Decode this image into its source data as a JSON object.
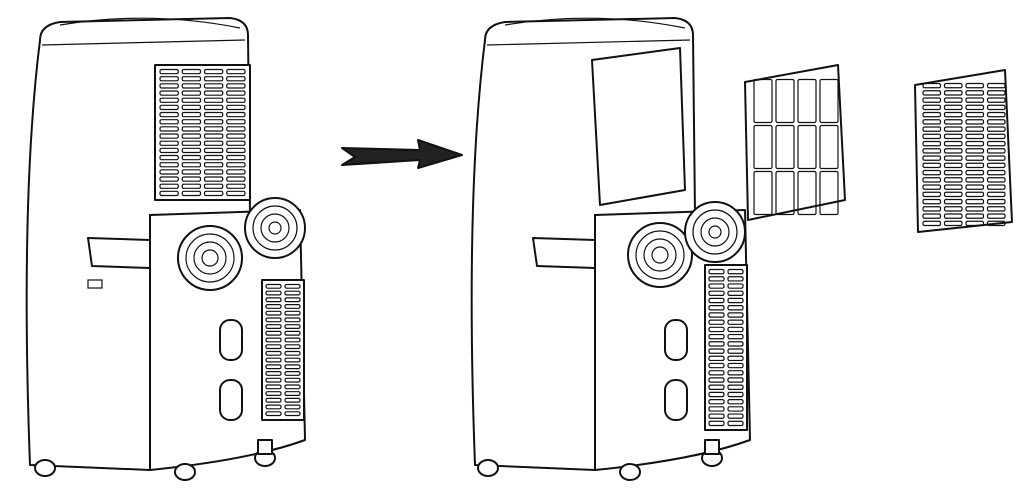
{
  "colors": {
    "line": "#111111",
    "background": "#ffffff"
  },
  "diagram": {
    "elements": [
      "unit-before",
      "arrow",
      "unit-after",
      "filter-frame",
      "filter-grille"
    ]
  }
}
